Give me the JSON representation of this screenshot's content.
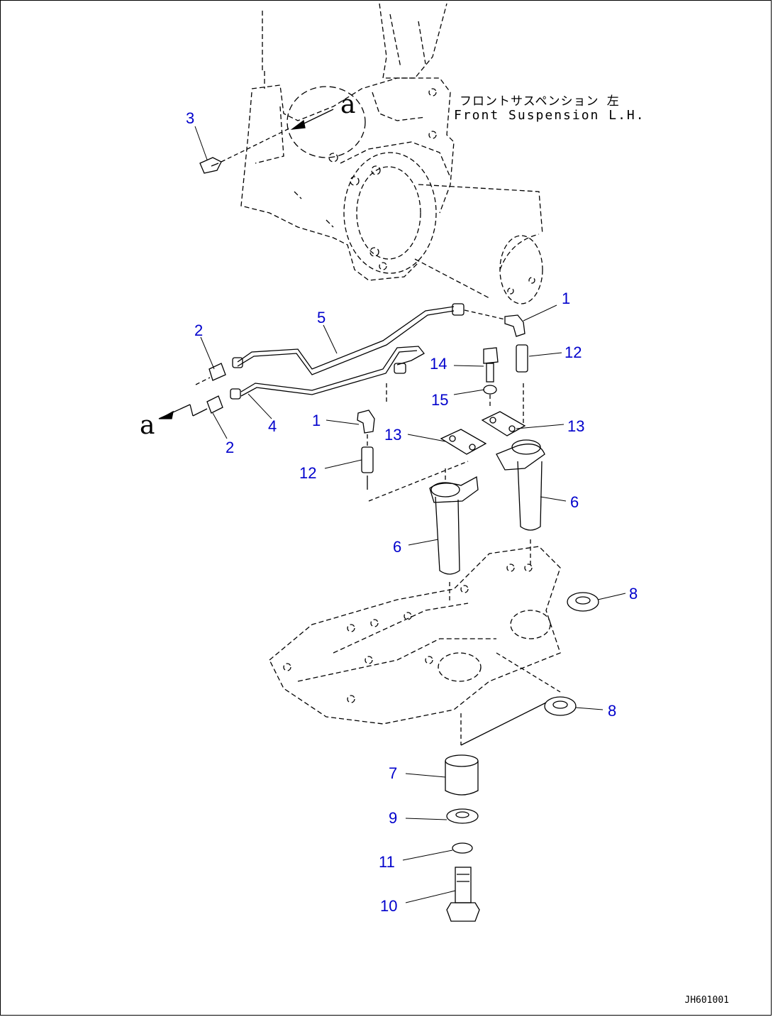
{
  "title": {
    "japanese": "フロントサスペンション 左",
    "english": "Front Suspension L.H."
  },
  "detail_ref": "a",
  "callouts": [
    "3",
    "1",
    "12",
    "5",
    "2",
    "14",
    "15",
    "13",
    "2",
    "4",
    "1",
    "13",
    "12",
    "6",
    "6",
    "8",
    "8",
    "7",
    "9",
    "11",
    "10"
  ],
  "drawing_id": "JH601001"
}
